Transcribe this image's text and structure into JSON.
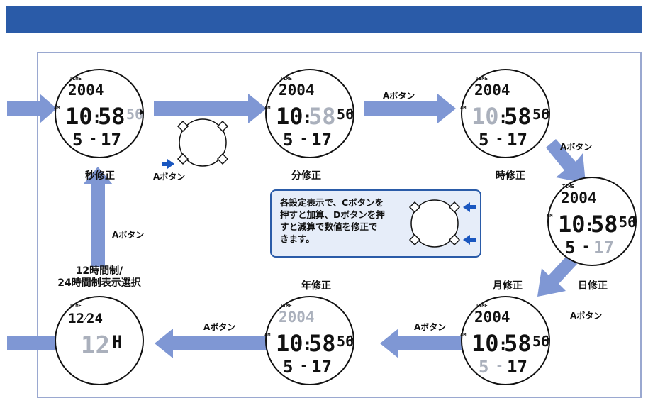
{
  "header": {
    "title": ""
  },
  "labels": {
    "second_adjust": "秒修正",
    "minute_adjust": "分修正",
    "hour_adjust": "時修正",
    "day_adjust": "日修正",
    "month_adjust": "月修正",
    "year_adjust": "年修正",
    "format_select": "12時間制/\n24時間制表示選択"
  },
  "buttons": {
    "a_button": "Aボタン"
  },
  "note": {
    "text": "各設定表示で、Cボタンを\n押すと加算、Dボタンを押\nすと減算で数値を修正で\nきます。"
  },
  "watch": {
    "time_label": "TIME",
    "year": "2004",
    "ampm": "AM",
    "hour": "10",
    "minute": "58",
    "second": "56",
    "date_month": "5",
    "date_dash": "-",
    "date_day": "17",
    "format_top": "12⁄24",
    "format_value": "12",
    "format_unit": "H"
  },
  "colors": {
    "header": "#2a5ba8",
    "arrow": "#7f97d4",
    "active_digits": "#111111",
    "dim_digits": "#aab0bc",
    "accent_arrow": "#1a57c0"
  }
}
